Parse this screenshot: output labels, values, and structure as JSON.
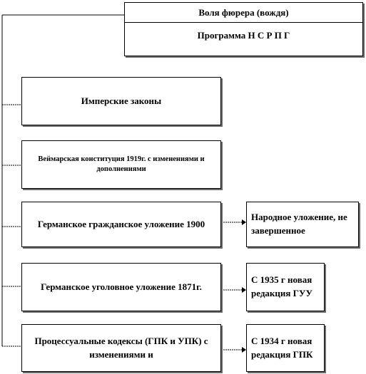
{
  "top": {
    "title": "Воля фюрера (вождя)",
    "subtitle": "Программа Н С Р П Г"
  },
  "boxes": {
    "imperial_laws": "Имперские законы",
    "weimar": "Веймарская конституция 1919г. с изменениями и дополнениями",
    "civil_code": "Германское гражданское уложение 1900",
    "criminal_code": "Германское уголовное уложение 1871г.",
    "procedural_codes": "Процессуальные кодексы (ГПК и УПК) с изменениями и"
  },
  "right_boxes": {
    "people_code": "Народное уложение, не завершенное",
    "criminal_new": "С 1935 г новая редакция ГУУ",
    "civil_proc_new": "С 1934 г новая редакция ГПК"
  },
  "colors": {
    "border": "#000000",
    "shadow": "#6a6a6a",
    "background": "#ffffff"
  }
}
